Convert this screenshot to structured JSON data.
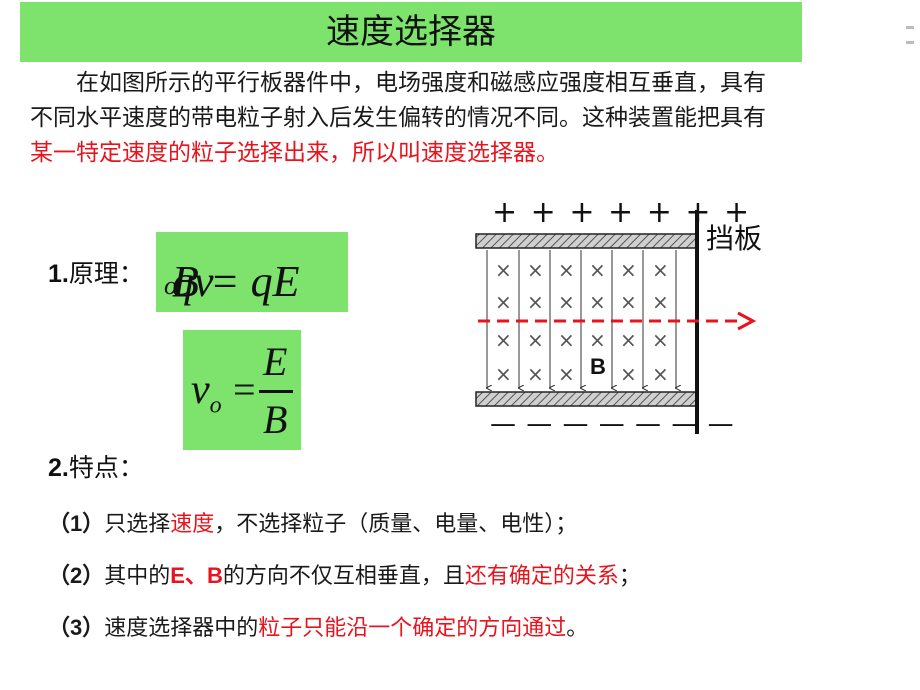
{
  "title": "速度选择器",
  "intro": {
    "part1": "在如图所示的平行板器件中，电场强度和磁感应强度相互垂直，具有不同水平速度的带电粒子射入后发生偏转的情况不同。这种装置能把具有",
    "part2_red": "某一特定速度的粒子选择出来，所以叫",
    "part3": "速度选择器。"
  },
  "principle": {
    "number": "1.",
    "label": "原理：",
    "formula1_left": "qv",
    "formula1_sub": "o",
    "formula1_right": "B = qE",
    "formula2_v": "v",
    "formula2_sub": "o",
    "formula2_eq": "=",
    "formula2_num": "E",
    "formula2_den": "B"
  },
  "features": {
    "number": "2.",
    "label": "特点：",
    "items": [
      {
        "num": "（1）",
        "a": "只选择",
        "b_red": "速度",
        "c": "，不选择粒子（质量、电量、电性）；"
      },
      {
        "num": "（2）",
        "a": "其中的",
        "b_red": "E、B",
        "c": "的方向不仅互相垂直，且",
        "d_red": "还有确定的关系",
        "e": "；"
      },
      {
        "num": "（3）",
        "a": "速度选择器中的",
        "b_red": "粒子只能沿一个确定的方向通过",
        "c": "。"
      }
    ]
  },
  "diagram": {
    "plus_signs": "+ + + + + + +",
    "minus_signs": "— — — — — — —",
    "baffle_label": "挡板",
    "field_label": "B",
    "cross_symbol": "×"
  },
  "colors": {
    "title_bg": "#7de36c",
    "formula_bg": "#7de36c",
    "highlight": "#e8131c"
  }
}
